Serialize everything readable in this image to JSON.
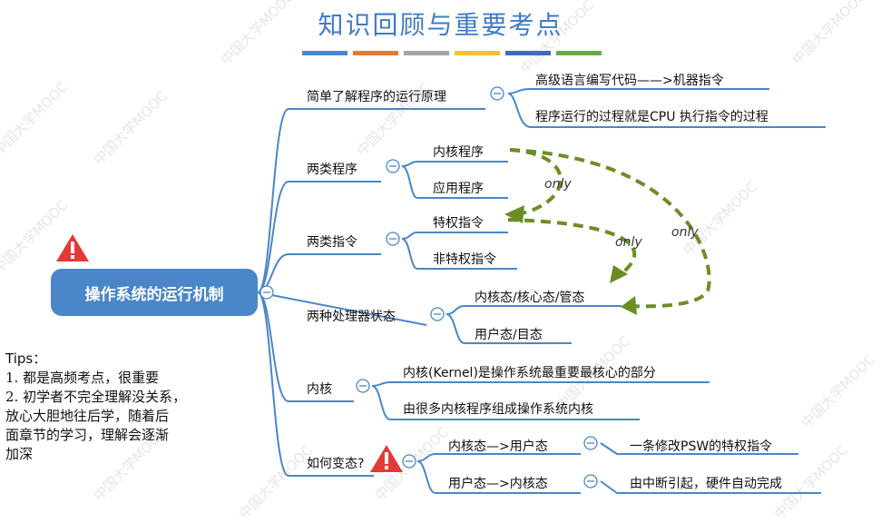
{
  "title": "知识回顾与重要考点",
  "color_bars": [
    "#4a86c8",
    "#e07b39",
    "#a5a5a5",
    "#f1c232",
    "#3f6cb4",
    "#6aa84f"
  ],
  "root": {
    "label": "操作系统的运行机制"
  },
  "branches": [
    {
      "label": "简单了解程序的运行原理",
      "children": [
        "高级语言编写代码——>机器指令",
        "程序运行的过程就是CPU 执行指令的过程"
      ]
    },
    {
      "label": "两类程序",
      "children": [
        "内核程序",
        "应用程序"
      ]
    },
    {
      "label": "两类指令",
      "children": [
        "特权指令",
        "非特权指令"
      ]
    },
    {
      "label": "两种处理器状态",
      "children": [
        "内核态/核心态/管态",
        "用户态/目态"
      ]
    },
    {
      "label": "内核",
      "children": [
        "内核(Kernel)是操作系统最重要最核心的部分",
        "由很多内核程序组成操作系统内核"
      ]
    },
    {
      "label": "如何变态?",
      "children": [
        {
          "label": "内核态—>用户态",
          "detail": "一条修改PSW的特权指令"
        },
        {
          "label": "用户态—>内核态",
          "detail": "由中断引起，硬件自动完成"
        }
      ]
    }
  ],
  "arrow_labels": [
    "only",
    "only",
    "only"
  ],
  "tips": {
    "heading": "Tips：",
    "lines": [
      "1. 都是高频考点，很重要",
      "2. 初学者不完全理解没关系，",
      "放心大胆地往后学，随着后",
      "面章节的学习，理解会逐渐",
      "加深"
    ]
  },
  "watermark": "中国大学MOOC",
  "colors": {
    "line": "#4a86c8",
    "arrow": "#6b8e23",
    "warning": "#e53935"
  }
}
